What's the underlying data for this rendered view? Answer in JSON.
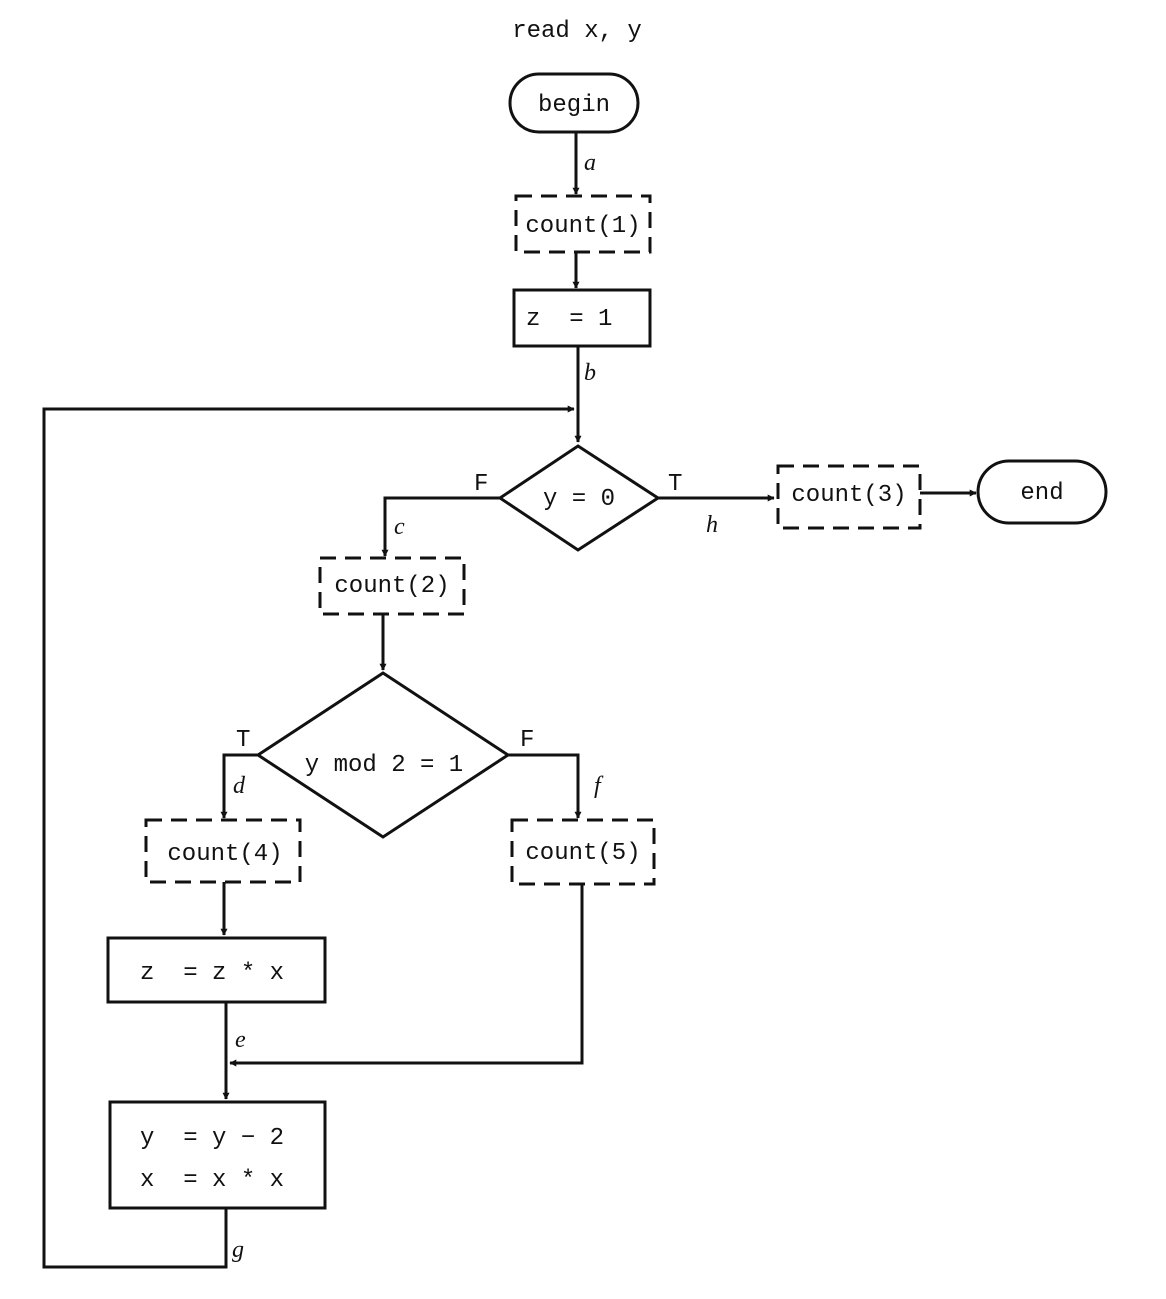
{
  "header": "read x, y",
  "nodes": {
    "begin": "begin",
    "count1": "count(1)",
    "z_init": "z  = 1",
    "cond_y0": "y = 0",
    "count3": "count(3)",
    "end": "end",
    "count2": "count(2)",
    "cond_mod": "y mod 2 = 1",
    "count4": "count(4)",
    "count5": "count(5)",
    "z_update": "z  = z * x",
    "y_update": "y  = y − 2",
    "x_update": "x  = x * x"
  },
  "branches": {
    "y0_false": "F",
    "y0_true": "T",
    "mod_true": "T",
    "mod_false": "F"
  },
  "edge_labels": {
    "a": "a",
    "b": "b",
    "c": "c",
    "d": "d",
    "e": "e",
    "f": "f",
    "g": "g",
    "h": "h"
  }
}
